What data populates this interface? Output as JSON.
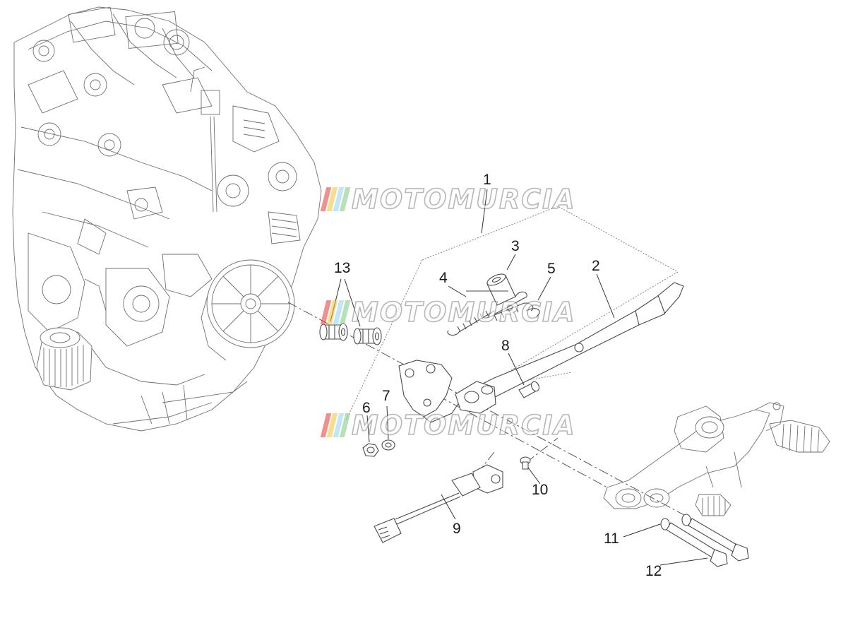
{
  "diagram": {
    "callouts": [
      {
        "id": "c1",
        "text": "1"
      },
      {
        "id": "c2",
        "text": "2"
      },
      {
        "id": "c3",
        "text": "3"
      },
      {
        "id": "c4",
        "text": "4"
      },
      {
        "id": "c5",
        "text": "5"
      },
      {
        "id": "c6",
        "text": "6"
      },
      {
        "id": "c7",
        "text": "7"
      },
      {
        "id": "c8",
        "text": "8"
      },
      {
        "id": "c9",
        "text": "9"
      },
      {
        "id": "c10",
        "text": "10"
      },
      {
        "id": "c11",
        "text": "11"
      },
      {
        "id": "c12",
        "text": "12"
      },
      {
        "id": "c13",
        "text": "13"
      }
    ],
    "parts": [
      "engine",
      "stand-bracket",
      "side-stand-leg",
      "spacer-sleeve",
      "return-spring",
      "return-spring-small",
      "nut",
      "washer",
      "pin",
      "stand-switch-cable",
      "screw",
      "bolt-washer",
      "bolt",
      "rubber-bushing",
      "footrest-bracket"
    ]
  },
  "watermark": {
    "text": "MOTOMURCIA",
    "stripe_colors": [
      "#e53935",
      "#f4c430",
      "#8fd3f4",
      "#7fc97f"
    ],
    "text_color": "#ffffff",
    "outline_color": "#7d7d7d"
  }
}
